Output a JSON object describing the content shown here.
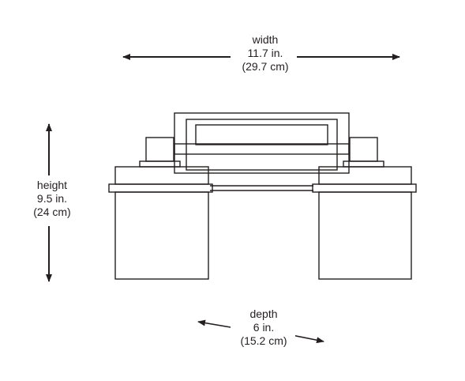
{
  "dimensions": {
    "width": {
      "name": "width",
      "imperial": "11.7 in.",
      "metric": "(29.7 cm)"
    },
    "height": {
      "name": "height",
      "imperial": "9.5 in.",
      "metric": "(24 cm)"
    },
    "depth": {
      "name": "depth",
      "imperial": "6 in.",
      "metric": "(15.2 cm)"
    }
  },
  "colors": {
    "line": "#231f20",
    "background": "#ffffff"
  }
}
